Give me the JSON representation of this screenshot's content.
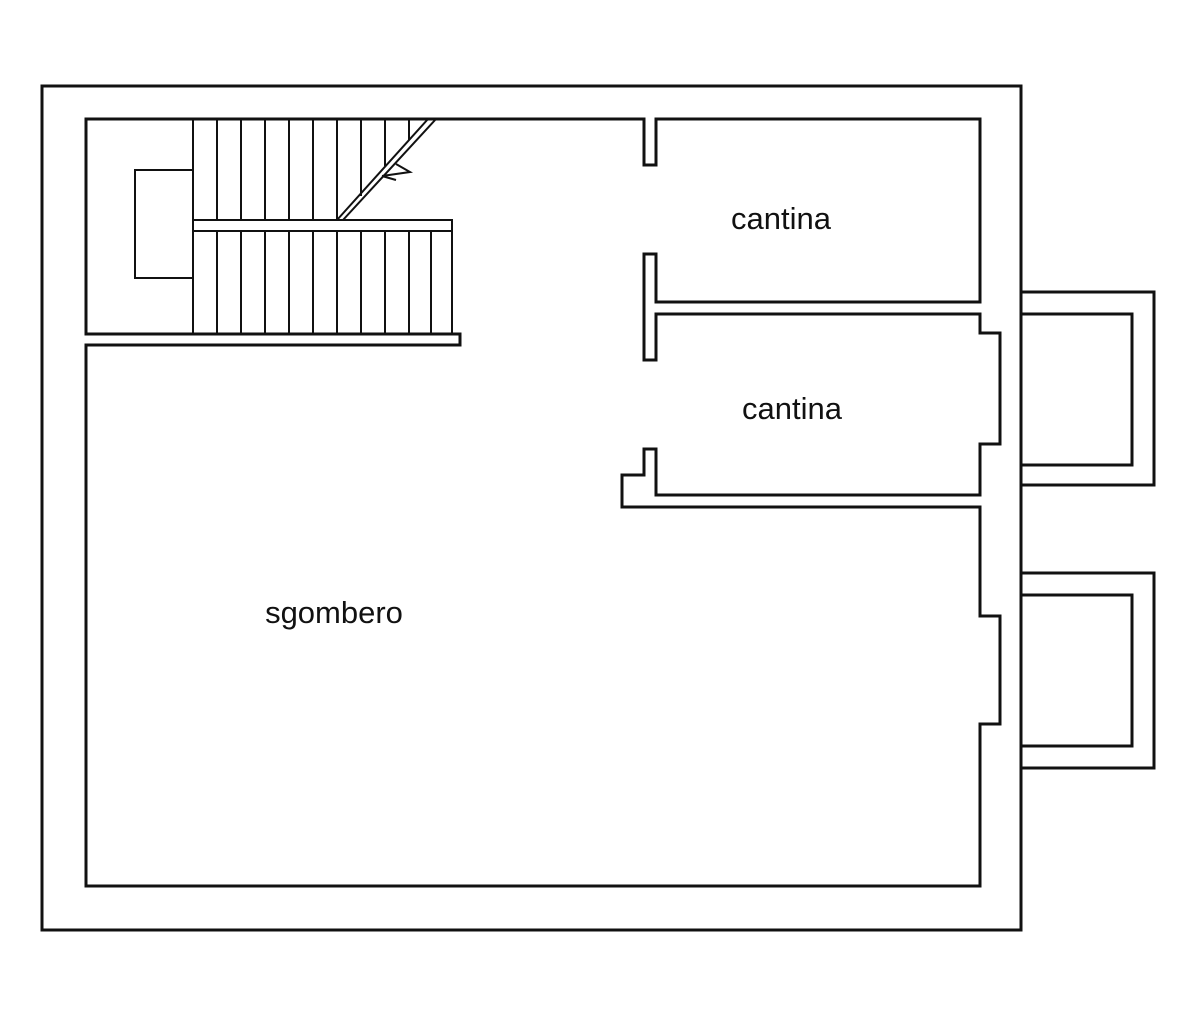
{
  "colors": {
    "line": "#111111",
    "background": "#ffffff"
  },
  "rooms": [
    {
      "id": "cantina-upper",
      "label": "cantina"
    },
    {
      "id": "cantina-lower",
      "label": "cantina"
    },
    {
      "id": "sgombero",
      "label": "sgombero"
    }
  ],
  "features": [
    "staircase",
    "window-bay-upper",
    "window-bay-lower"
  ]
}
